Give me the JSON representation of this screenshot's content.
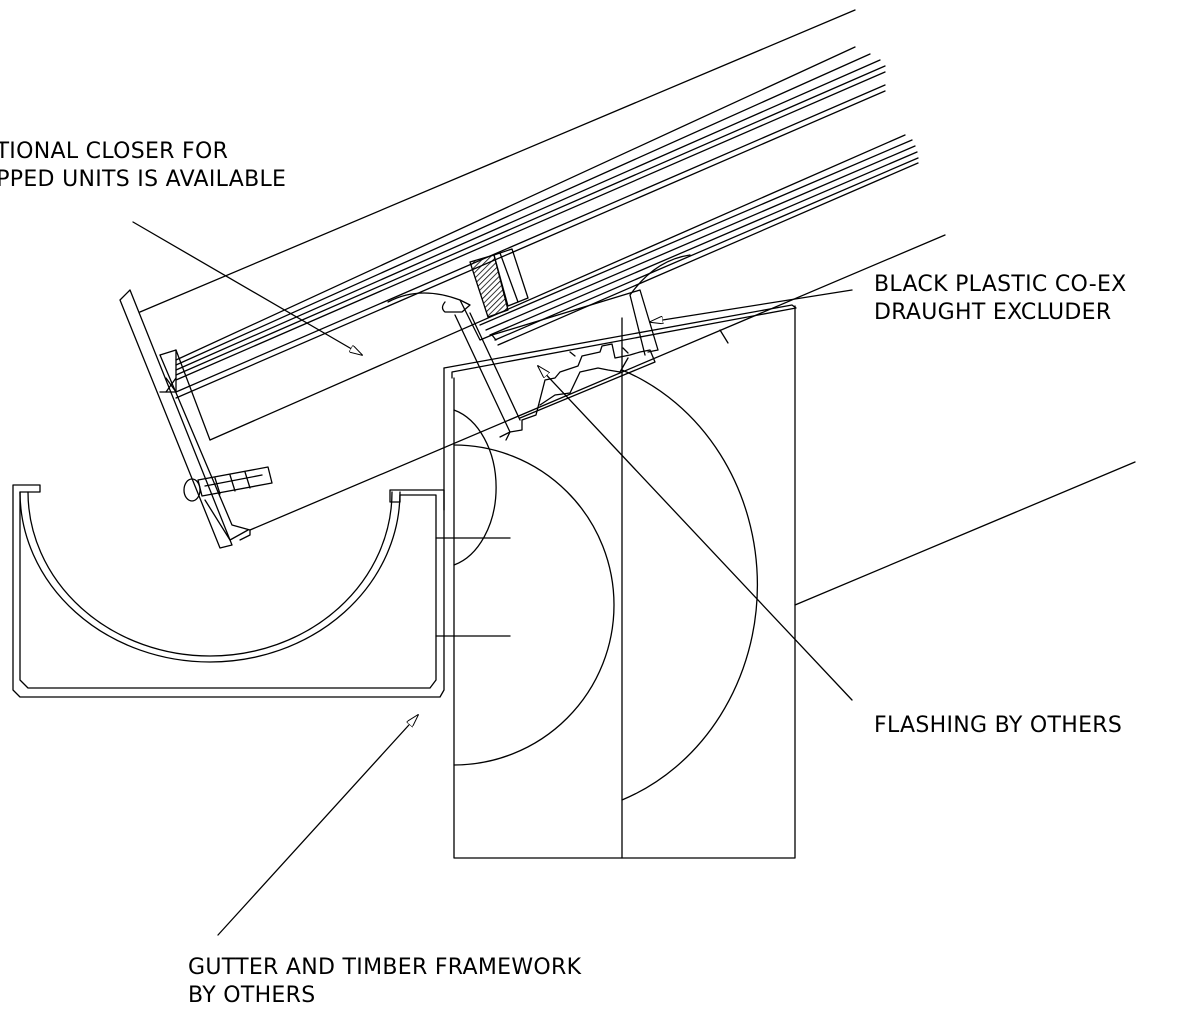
{
  "labels": {
    "closer": {
      "line1": "PTIONAL CLOSER FOR",
      "line2": "EPPED UNITS IS AVAILABLE"
    },
    "draught_excluder": {
      "line1": "BLACK PLASTIC CO-EX",
      "line2": "DRAUGHT EXCLUDER"
    },
    "flashing": {
      "line1": "FLASHING BY OTHERS"
    },
    "gutter": {
      "line1": "GUTTER AND TIMBER FRAMEWORK",
      "line2": "BY OTHERS"
    }
  },
  "colors": {
    "line": "#000000",
    "background": "#ffffff"
  }
}
